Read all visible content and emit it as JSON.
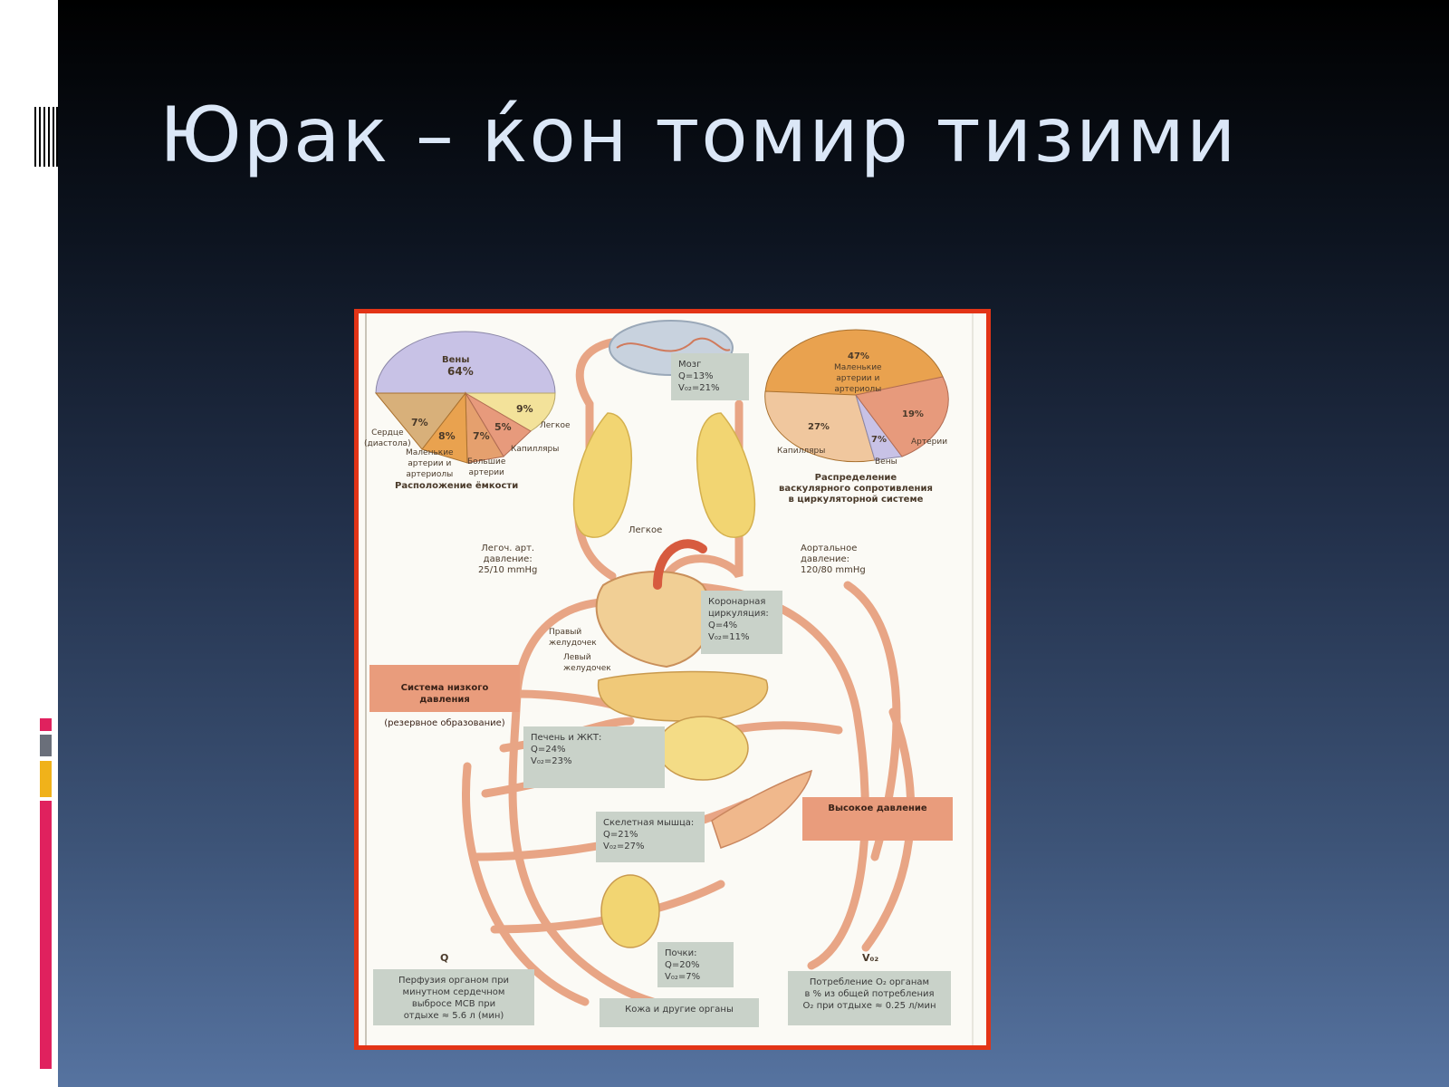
{
  "slide": {
    "title": "Юрак – ќон томир тизими"
  },
  "colors": {
    "frame": "#e33417",
    "title": "#dbe7f7",
    "vessel": "#e8a585",
    "organ_yellow": "#f2d572",
    "pie_veins": "#c8c2e6",
    "pie_orange": "#e9a24f",
    "pie_salmon": "#e79a7c",
    "pie_yellow": "#f3e29a",
    "deco_red": "#e0215e",
    "deco_grey": "#6a6f7a",
    "deco_amber": "#f0b21a"
  },
  "diagram": {
    "pie_capacity": {
      "title": "Расположение ёмкости",
      "veins": "Вены",
      "veins_pct": "64%",
      "pct_7a": "7%",
      "pct_8": "8%",
      "pct_7b": "7%",
      "pct_5": "5%",
      "pct_9": "9%",
      "heart": "Сердце\n(диастола)",
      "small_arteries": "Маленькие\nартерии и\nартериолы",
      "large_arteries": "Большие\nартерии",
      "capillaries": "Капилляры",
      "lung": "Легкое"
    },
    "pie_resistance": {
      "title": "Распределение\nваскулярного сопротивления\nв циркуляторной системе",
      "pct_47": "47%",
      "small_arteries": "Маленькие\nартерии и\nартериолы",
      "pct_27": "27%",
      "pct_19": "19%",
      "pct_7": "7%",
      "capillaries": "Капилляры",
      "veins": "Вены",
      "arteries": "Артерии"
    },
    "brain": "Мозг\nQ=13%\nV₀₂=21%",
    "lung_label": "Легкое",
    "pulm_pressure": "Легоч. арт.\nдавление:\n25/10 mmHg",
    "aortic_pressure": "Аортальное\nдавление:\n120/80 mmHg",
    "coronary": "Коронарная\nциркуляция:\nQ=4%\nV₀₂=11%",
    "right_ventricle": "Правый\nжелудочек",
    "left_ventricle": "Левый\nжелудочек",
    "low_pressure": "Система низкого\nдавления",
    "low_pressure_sub": "(резервное образование)",
    "liver": "Печень и ЖКТ:\nQ=24%\nV₀₂=23%",
    "muscle": "Скелетная мышца:\nQ=21%\nV₀₂=27%",
    "high_pressure": "Высокое давление",
    "kidney": "Почки:\nQ=20%\nV₀₂=7%",
    "q_label": "Q",
    "vo2_label": "V₀₂",
    "perfusion": "Перфузия органом при\nминутном сердечном\nвыбросе МСВ при\nотдыхе ≈ 5.6 л (мин)",
    "skin": "Кожа и другие органы",
    "oxygen": "Потребление O₂ органам\nв % из общей потребления\nO₂ при отдыхе ≈ 0.25 л/мин"
  }
}
